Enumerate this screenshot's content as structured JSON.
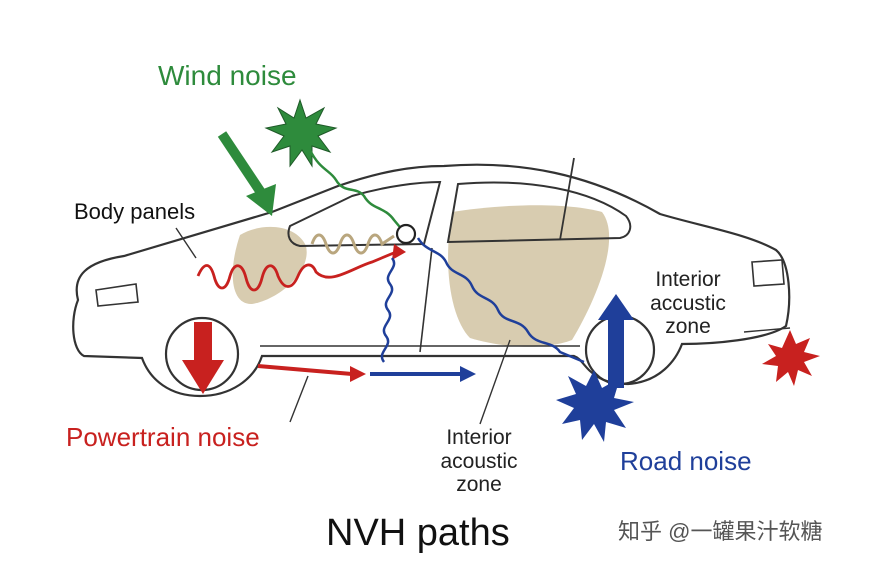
{
  "diagram": {
    "title": "NVH paths",
    "labels": {
      "wind_noise": "Wind noise",
      "body_panels": "Body panels",
      "powertrain_noise": "Powertrain noise",
      "road_noise": "Road noise",
      "interior_zone_center": [
        "Interior",
        "acoustic",
        "zone"
      ],
      "interior_zone_rear": [
        "Interior",
        "accustic",
        "zone"
      ]
    },
    "watermark": "知乎 @一罐果汁软糖",
    "colors": {
      "wind": "#2e8b3c",
      "powertrain": "#c8211f",
      "road": "#1f3f9a",
      "acoustic_zone": "#d8ccb0",
      "outline": "#333333"
    }
  }
}
